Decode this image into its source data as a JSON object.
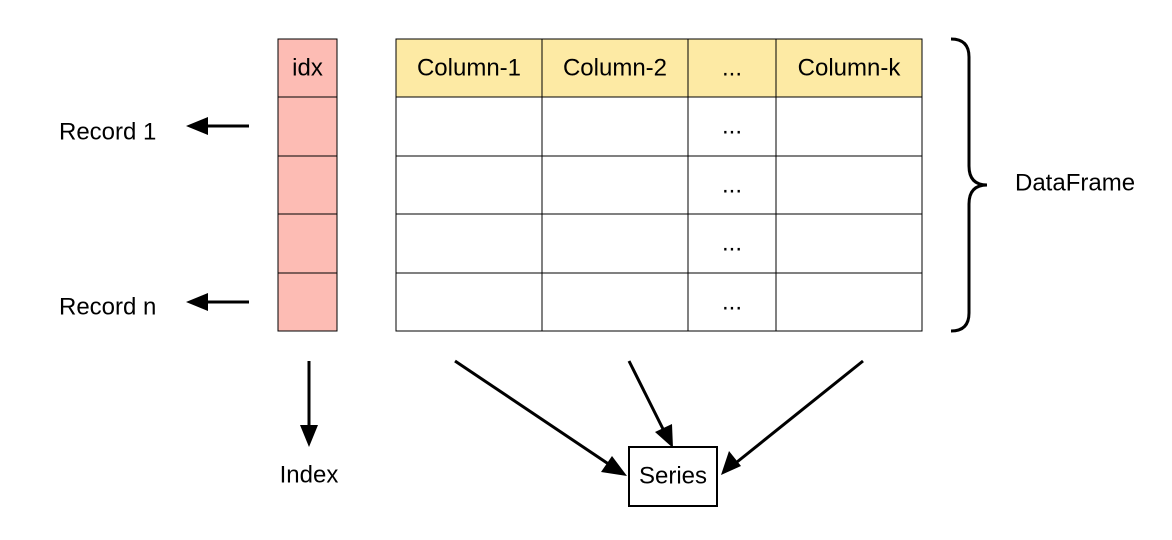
{
  "index_header": "idx",
  "columns": [
    "Column-1",
    "Column-2",
    "...",
    "Column-k"
  ],
  "row_ellipsis": [
    "...",
    "...",
    "...",
    "..."
  ],
  "record_labels": {
    "first": "Record 1",
    "last": "Record n"
  },
  "dataframe_label": "DataFrame",
  "index_label": "Index",
  "series_label": "Series",
  "colors": {
    "header_fill": "#fdeaa4",
    "index_fill": "#fdbcb4",
    "body_fill": "#ffffff",
    "stroke": "#000000"
  }
}
